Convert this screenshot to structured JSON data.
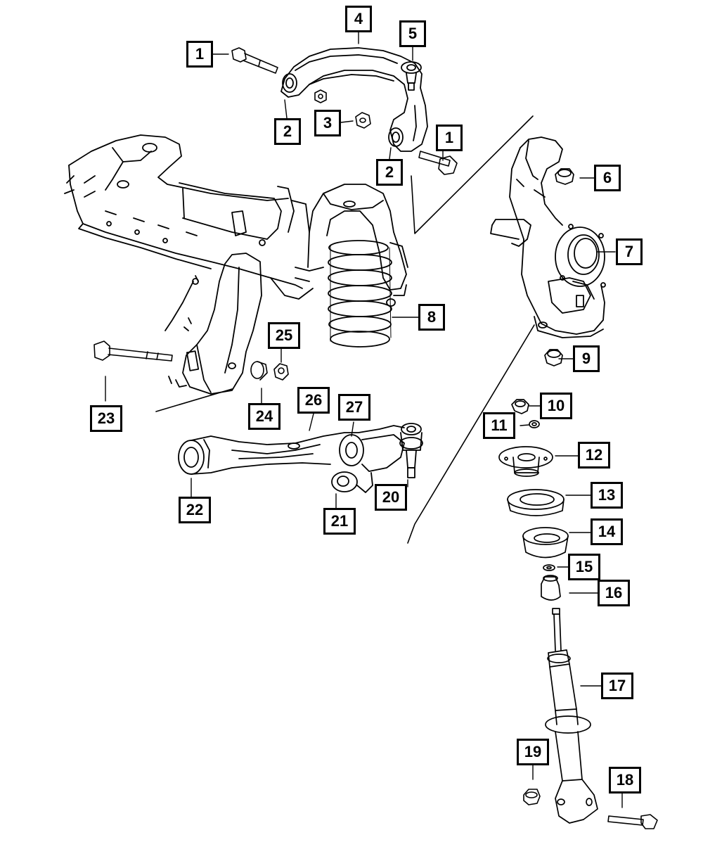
{
  "callouts": [
    {
      "id": "c1a",
      "text": "1"
    },
    {
      "id": "c1b",
      "text": "1"
    },
    {
      "id": "c2a",
      "text": "2"
    },
    {
      "id": "c2b",
      "text": "2"
    },
    {
      "id": "c3",
      "text": "3"
    },
    {
      "id": "c4",
      "text": "4"
    },
    {
      "id": "c5",
      "text": "5"
    },
    {
      "id": "c6",
      "text": "6"
    },
    {
      "id": "c7",
      "text": "7"
    },
    {
      "id": "c8",
      "text": "8"
    },
    {
      "id": "c9",
      "text": "9"
    },
    {
      "id": "c10",
      "text": "10"
    },
    {
      "id": "c11",
      "text": "11"
    },
    {
      "id": "c12",
      "text": "12"
    },
    {
      "id": "c13",
      "text": "13"
    },
    {
      "id": "c14",
      "text": "14"
    },
    {
      "id": "c15",
      "text": "15"
    },
    {
      "id": "c16",
      "text": "16"
    },
    {
      "id": "c17",
      "text": "17"
    },
    {
      "id": "c18",
      "text": "18"
    },
    {
      "id": "c19",
      "text": "19"
    },
    {
      "id": "c20",
      "text": "20"
    },
    {
      "id": "c21",
      "text": "21"
    },
    {
      "id": "c22",
      "text": "22"
    },
    {
      "id": "c23",
      "text": "23"
    },
    {
      "id": "c24",
      "text": "24"
    },
    {
      "id": "c25",
      "text": "25"
    },
    {
      "id": "c26",
      "text": "26"
    },
    {
      "id": "c27",
      "text": "27"
    }
  ],
  "parts": [
    {
      "name": "upper-control-arm-bolt-icon"
    },
    {
      "name": "upper-control-arm-icon"
    },
    {
      "name": "frame-rail-icon"
    },
    {
      "name": "coil-spring-icon"
    },
    {
      "name": "steering-knuckle-icon"
    },
    {
      "name": "lower-control-arm-icon"
    },
    {
      "name": "shock-absorber-icon"
    },
    {
      "name": "spring-isolator-icon"
    },
    {
      "name": "jounce-bumper-icon"
    }
  ]
}
